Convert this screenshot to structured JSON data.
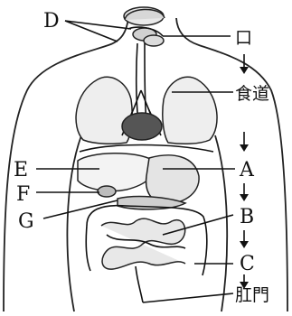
{
  "diagram": {
    "labels": {
      "D": "D",
      "E": "E",
      "F": "F",
      "G": "G",
      "A": "A",
      "B": "B",
      "C": "C"
    },
    "flow": {
      "mouth": "口",
      "esophagus": "食道",
      "anus": "肛門"
    },
    "icons": {
      "arrow": "down-arrow-icon"
    }
  }
}
